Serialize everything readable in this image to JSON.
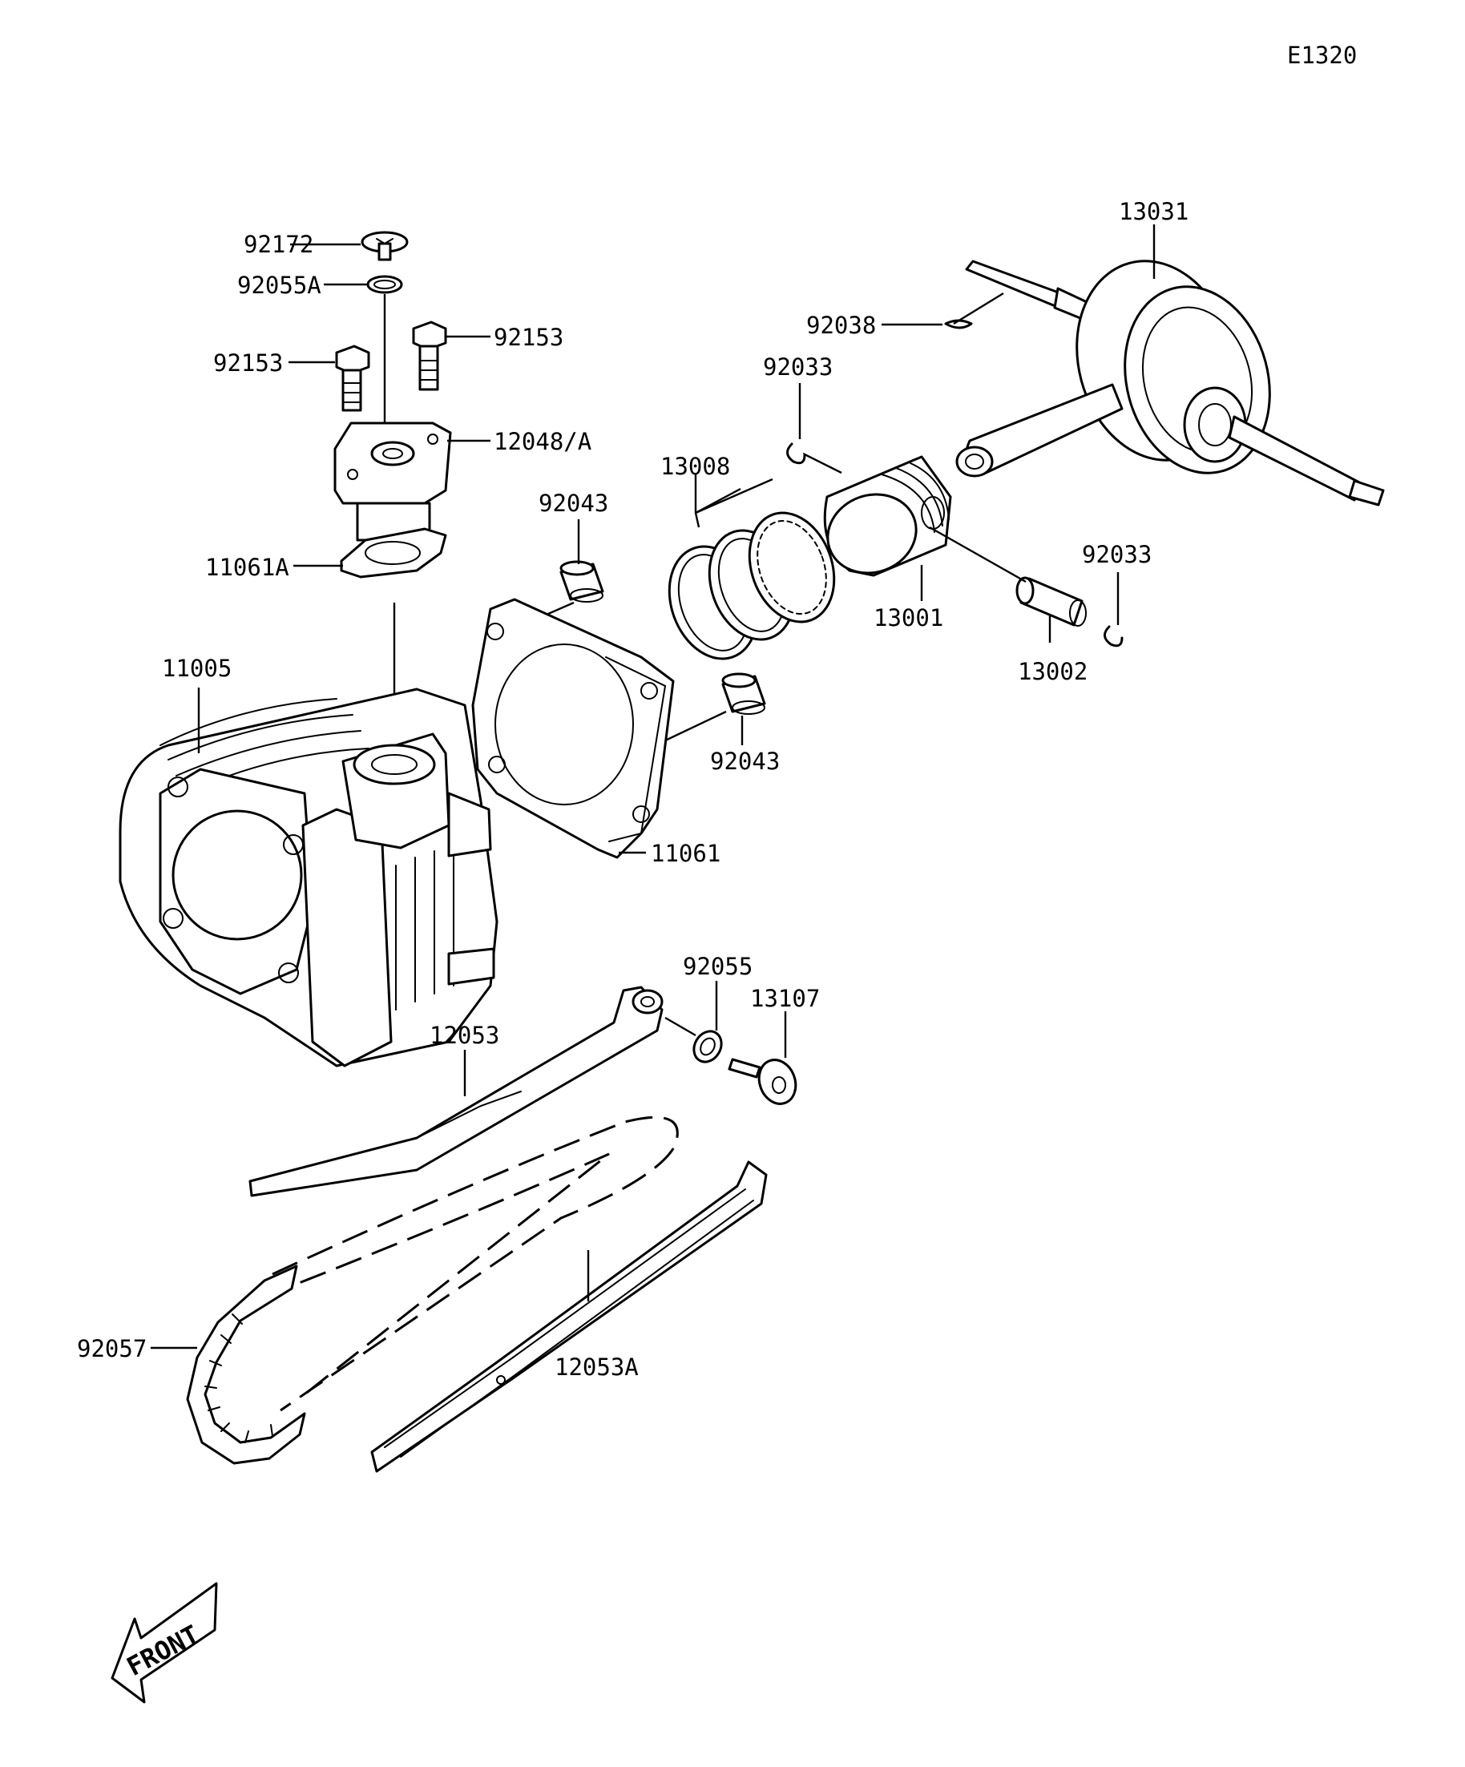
{
  "diagram_code": "E1320",
  "front_label": "FRONT",
  "parts": {
    "p92172": "92172",
    "p92055A": "92055A",
    "p92153_left": "92153",
    "p92153_right": "92153",
    "p12048A": "12048/A",
    "p11061A": "11061A",
    "p92043_top": "92043",
    "p13008": "13008",
    "p92033_top": "92033",
    "p13031": "13031",
    "p92038": "92038",
    "p13001": "13001",
    "p92033_right": "92033",
    "p13002": "13002",
    "p11005": "11005",
    "p92043_bottom": "92043",
    "p11061": "11061",
    "p92055": "92055",
    "p13107": "13107",
    "p12053": "12053",
    "p92057": "92057",
    "p12053A": "12053A"
  }
}
